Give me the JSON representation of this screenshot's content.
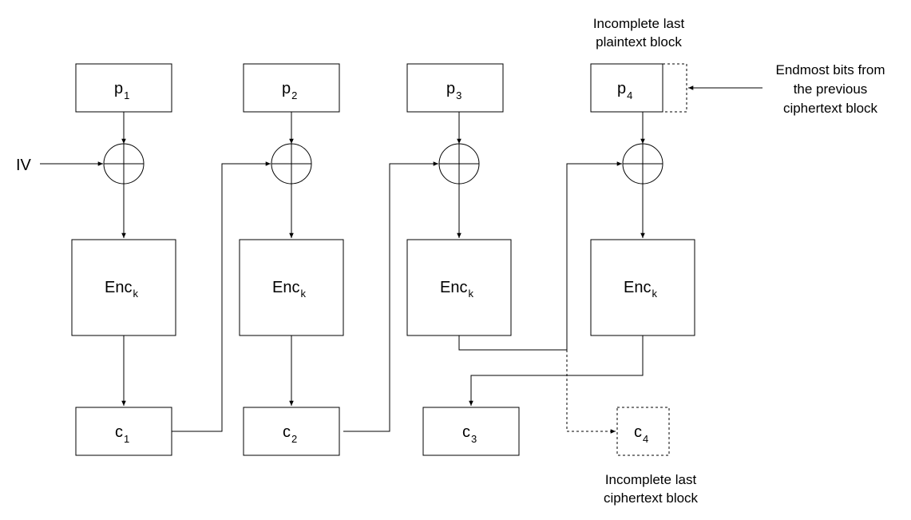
{
  "blocks": {
    "p1": {
      "main": "p",
      "sub": "1"
    },
    "p2": {
      "main": "p",
      "sub": "2"
    },
    "p3": {
      "main": "p",
      "sub": "3"
    },
    "p4": {
      "main": "p",
      "sub": "4"
    },
    "enc1": {
      "main": "Enc",
      "sub": "k"
    },
    "enc2": {
      "main": "Enc",
      "sub": "k"
    },
    "enc3": {
      "main": "Enc",
      "sub": "k"
    },
    "enc4": {
      "main": "Enc",
      "sub": "k"
    },
    "c1": {
      "main": "c",
      "sub": "1"
    },
    "c2": {
      "main": "c",
      "sub": "2"
    },
    "c3": {
      "main": "c",
      "sub": "3"
    },
    "c4": {
      "main": "c",
      "sub": "4"
    }
  },
  "iv_label": "IV",
  "notes": {
    "incomplete_plaintext": [
      "Incomplete last",
      "plaintext block"
    ],
    "endmost_bits": [
      "Endmost bits from",
      "the previous",
      "ciphertext block"
    ],
    "incomplete_ciphertext": [
      "Incomplete last",
      "ciphertext block"
    ]
  }
}
